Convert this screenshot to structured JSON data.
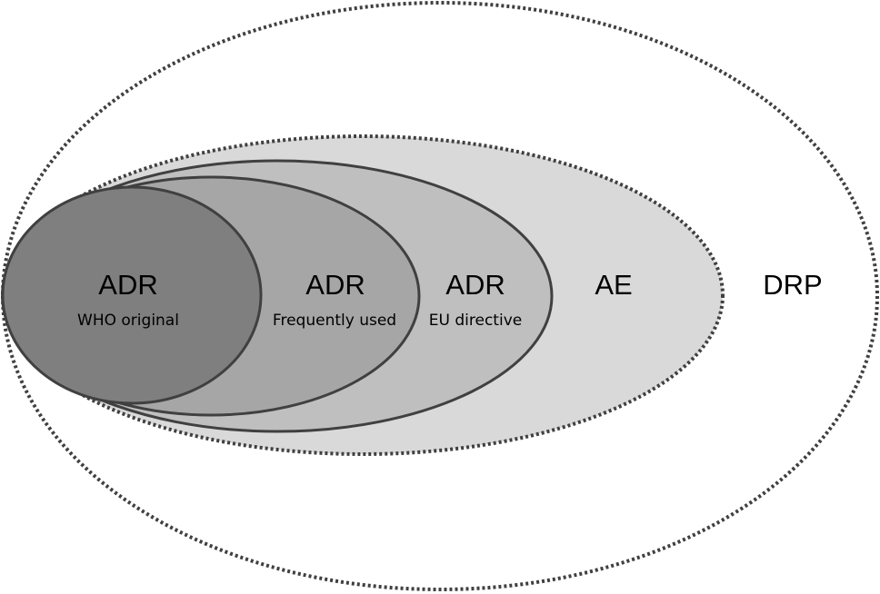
{
  "sets": [
    {
      "id": "drp",
      "label": "DRP",
      "sublabel": "",
      "fill": "#ffffff",
      "border": "dotted"
    },
    {
      "id": "ae",
      "label": "AE",
      "sublabel": "",
      "fill": "#d9d9d9",
      "border": "dotted"
    },
    {
      "id": "eu",
      "label": "ADR",
      "sublabel": "EU directive",
      "fill": "#bfbfbf",
      "border": "solid"
    },
    {
      "id": "freq",
      "label": "ADR",
      "sublabel": "Frequently used",
      "fill": "#a6a6a6",
      "border": "solid"
    },
    {
      "id": "who",
      "label": "ADR",
      "sublabel": "WHO original",
      "fill": "#7f7f7f",
      "border": "solid"
    }
  ],
  "colors": {
    "stroke": "#404040"
  }
}
